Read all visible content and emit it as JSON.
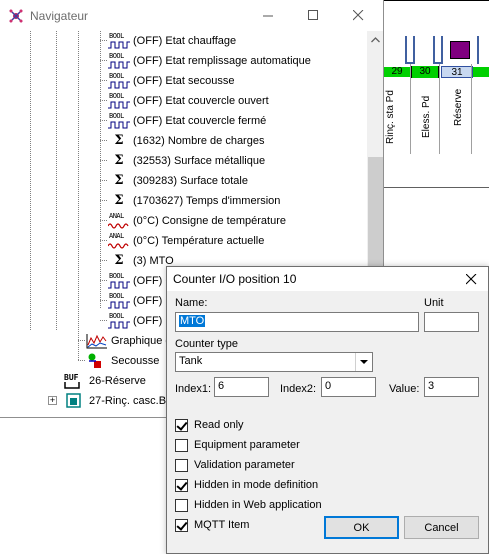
{
  "plant": {
    "cells": [
      "29",
      "30",
      "31"
    ],
    "labels": [
      "Rinç. sta Pd",
      "Eless. Pd",
      "Réserve"
    ]
  },
  "navigator": {
    "title": "Navigateur",
    "items": [
      {
        "icon": "bool",
        "label": "(OFF) Etat chauffage"
      },
      {
        "icon": "bool",
        "label": "(OFF) Etat remplissage automatique"
      },
      {
        "icon": "bool",
        "label": "(OFF) Etat secousse"
      },
      {
        "icon": "bool",
        "label": "(OFF) Etat couvercle ouvert"
      },
      {
        "icon": "bool",
        "label": "(OFF) Etat couvercle fermé"
      },
      {
        "icon": "sigma",
        "label": "(1632) Nombre de charges"
      },
      {
        "icon": "sigma",
        "label": "(32553) Surface métallique"
      },
      {
        "icon": "sigma",
        "label": "(309283) Surface totale"
      },
      {
        "icon": "sigma",
        "label": "(1703627) Temps d'immersion"
      },
      {
        "icon": "anal",
        "label": "(0°C) Consigne de température"
      },
      {
        "icon": "anal",
        "label": "(0°C) Température actuelle"
      },
      {
        "icon": "sigma",
        "label": "(3) MTO"
      },
      {
        "icon": "bool",
        "label": "(OFF) C"
      },
      {
        "icon": "bool",
        "label": "(OFF) P"
      },
      {
        "icon": "bool",
        "label": "(OFF) P"
      }
    ],
    "graph_item": "Graphique d",
    "shake_item": "Secousse",
    "buf_item": "26-Réserve",
    "casc_item": "27-Rinç. casc.B",
    "icon_labels": {
      "bool": "BOOL",
      "anal": "ANAL",
      "buf": "BUF"
    }
  },
  "dialog": {
    "title": "Counter I/O position 10",
    "name_label": "Name:",
    "name_value": "MTO",
    "unit_label": "Unit",
    "unit_value": "",
    "counter_type_label": "Counter type",
    "counter_type_value": "Tank",
    "index1_label": "Index1:",
    "index1_value": "6",
    "index2_label": "Index2:",
    "index2_value": "0",
    "value_label": "Value:",
    "value_value": "3",
    "checkboxes": [
      {
        "label": "Read only",
        "checked": true
      },
      {
        "label": "Equipment parameter",
        "checked": false
      },
      {
        "label": "Validation parameter",
        "checked": false
      },
      {
        "label": "Hidden in mode definition",
        "checked": true
      },
      {
        "label": "Hidden in Web application",
        "checked": false
      },
      {
        "label": "MQTT Item",
        "checked": true
      }
    ],
    "ok_label": "OK",
    "cancel_label": "Cancel"
  },
  "colors": {
    "selection": "#0078d7",
    "green": "#00d000",
    "purple": "#800080",
    "cyan": "#008080"
  }
}
